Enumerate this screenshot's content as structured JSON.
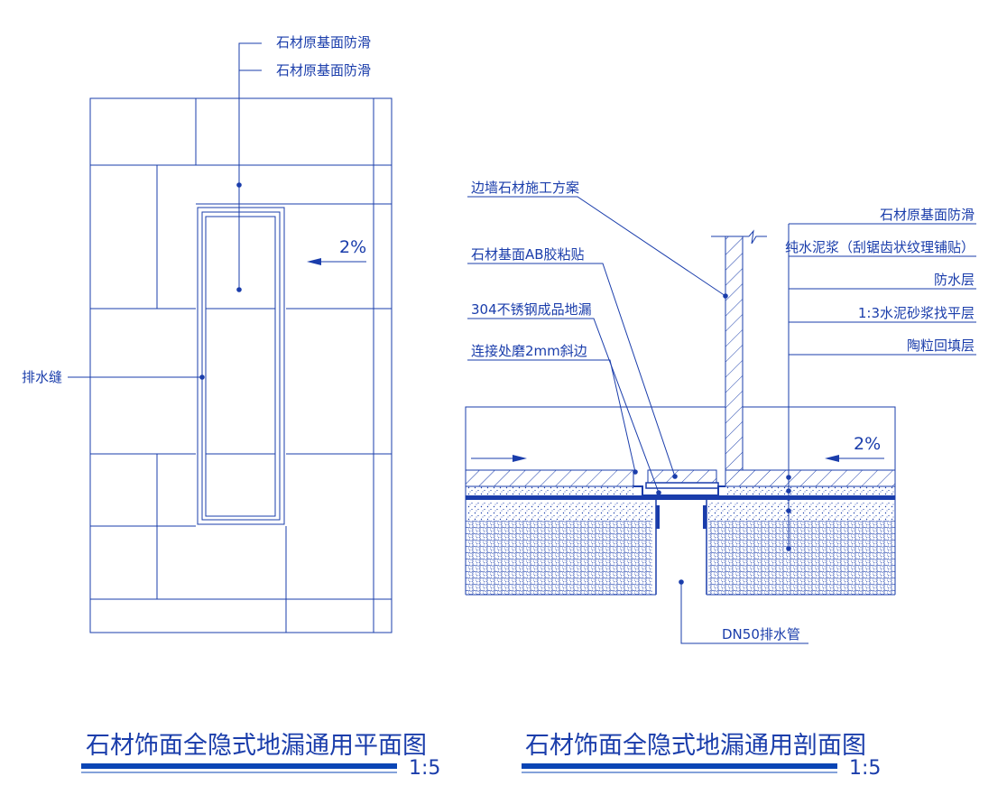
{
  "colors": {
    "line": "#1a3dab",
    "title_bar": "#0a45b5",
    "background": "#ffffff"
  },
  "plan": {
    "labels": {
      "top1": "石材原基面防滑",
      "top2": "石材原基面防滑",
      "drain_gap": "排水缝",
      "slope": "2%"
    },
    "title": "石材饰面全隐式地漏通用平面图",
    "scale": "1:5"
  },
  "section": {
    "labels": {
      "side_wall": "边墙石材施工方案",
      "ab_glue": "石材基面AB胶粘贴",
      "floor_drain": "304不锈钢成品地漏",
      "bevel": "连接处磨2mm斜边",
      "r1": "石材原基面防滑",
      "r2": "纯水泥浆（刮锯齿状纹理铺贴）",
      "r3": "防水层",
      "r4": "1:3水泥砂浆找平层",
      "r5": "陶粒回填层",
      "pipe": "DN50排水管",
      "slope": "2%"
    },
    "title": "石材饰面全隐式地漏通用剖面图",
    "scale": "1:5"
  }
}
